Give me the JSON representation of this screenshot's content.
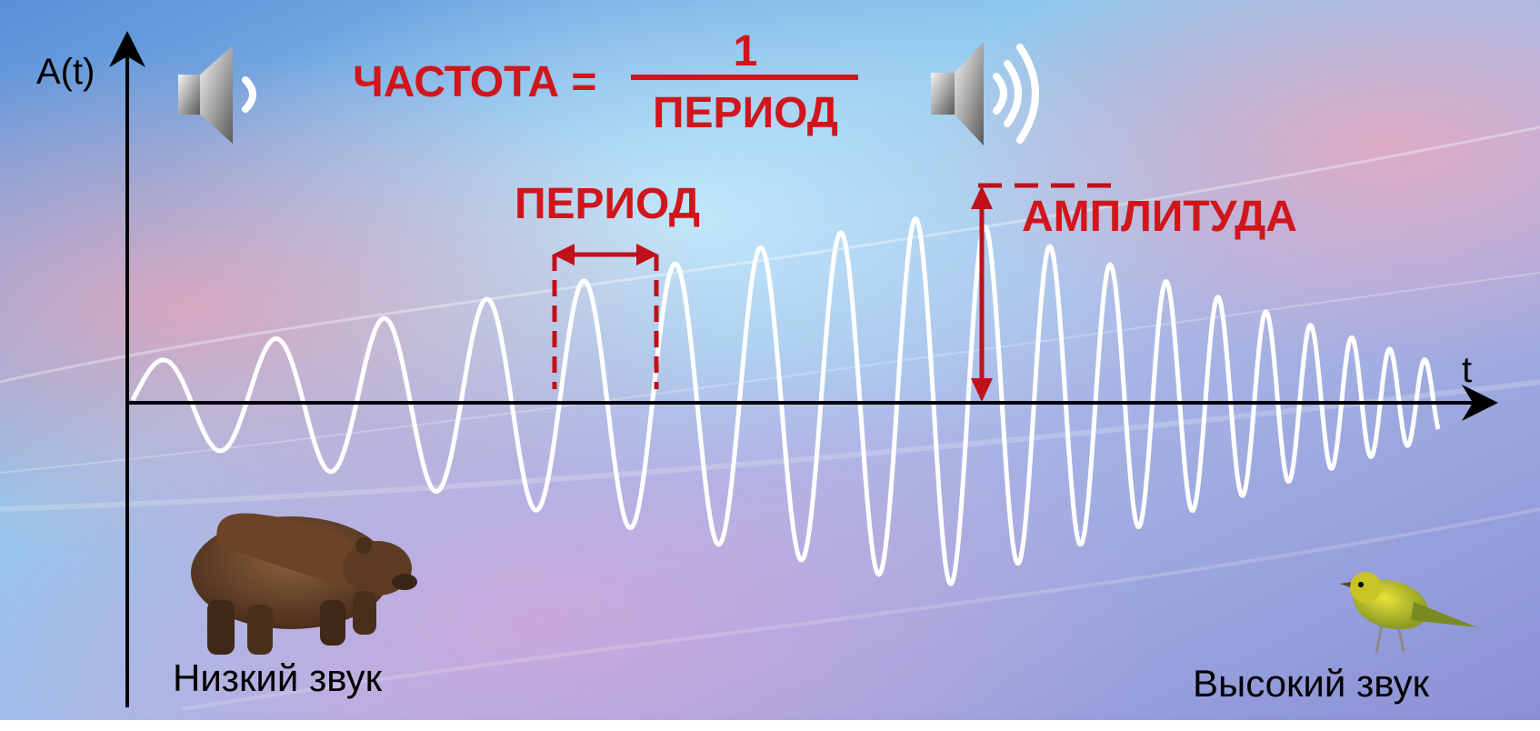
{
  "axes": {
    "y_label": "A(t)",
    "x_label": "t"
  },
  "formula": {
    "left": "ЧАСТОТА =",
    "numerator": "1",
    "denominator": "ПЕРИОД"
  },
  "labels": {
    "period": "ПЕРИОД",
    "amplitude": "АМПЛИТУДА",
    "low_sound": "Низкий звук",
    "high_sound": "Высокий звук"
  },
  "icons": {
    "left_speaker": "speaker-low-volume-icon",
    "right_speaker": "speaker-high-volume-icon",
    "animal_low": "bear-icon",
    "animal_high": "bird-icon"
  },
  "colors": {
    "accent": "#d0161c",
    "wave": "#ffffff",
    "axis": "#000000"
  }
}
